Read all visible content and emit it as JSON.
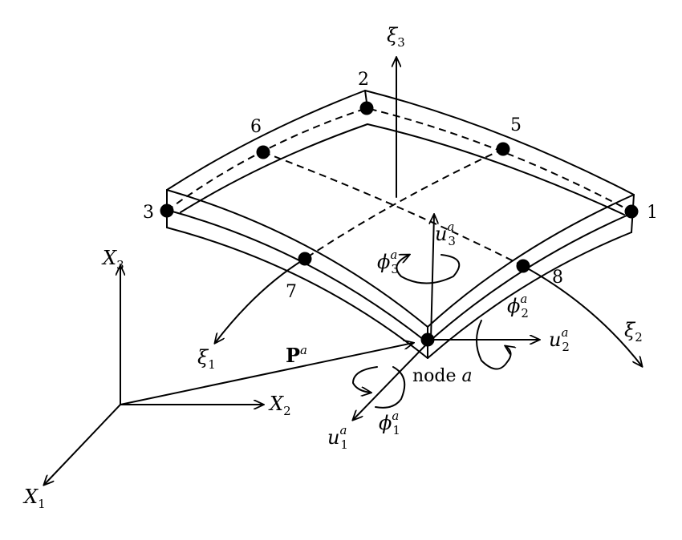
{
  "node_labels": {
    "n1": "1",
    "n2": "2",
    "n3": "3",
    "n5": "5",
    "n6": "6",
    "n7": "7",
    "n8": "8"
  },
  "axes": {
    "X1": {
      "sym": "X",
      "sub": "1"
    },
    "X2": {
      "sym": "X",
      "sub": "2"
    },
    "X3": {
      "sym": "X",
      "sub": "3"
    },
    "xi1": {
      "sym": "ξ",
      "sub": "1"
    },
    "xi2": {
      "sym": "ξ",
      "sub": "2"
    },
    "xi3": {
      "sym": "ξ",
      "sub": "3"
    }
  },
  "vectors": {
    "P": {
      "sym": "P",
      "sup": "a"
    },
    "u1": {
      "sym": "u",
      "sub": "1",
      "sup": "a"
    },
    "u2": {
      "sym": "u",
      "sub": "2",
      "sup": "a"
    },
    "u3": {
      "sym": "u",
      "sub": "3",
      "sup": "a"
    },
    "phi1": {
      "sym": "ϕ",
      "sub": "1",
      "sup": "a"
    },
    "phi2": {
      "sym": "ϕ",
      "sub": "2",
      "sup": "a"
    },
    "phi3": {
      "sym": "ϕ",
      "sub": "3",
      "sup": "a"
    }
  },
  "node_a": {
    "prefix": "node",
    "sym": "a"
  }
}
